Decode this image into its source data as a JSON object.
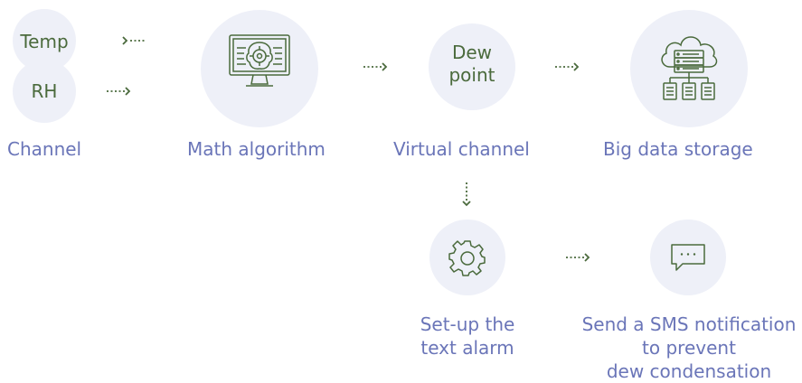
{
  "nodes": {
    "temp": "Temp",
    "rh": "RH",
    "dew_point": [
      "Dew",
      "point"
    ]
  },
  "captions": {
    "channel": "Channel",
    "math_algorithm": "Math algorithm",
    "virtual_channel": "Virtual channel",
    "big_data_storage": "Big data storage",
    "setup_alarm": [
      "Set-up the",
      "text alarm"
    ],
    "sms_notification": [
      "Send a SMS notification",
      "to prevent",
      "dew condensation"
    ]
  },
  "colors": {
    "circle_fill": "#eef0f8",
    "node_text": "#4a6a3c",
    "caption_text": "#6a75b8",
    "arrow": "#4a6a3c",
    "icon_stroke": "#4a6a3c"
  },
  "icons": {
    "math": "monitor-brain-icon",
    "storage": "cloud-database-icon",
    "alarm": "gear-icon",
    "sms": "chat-bubble-icon"
  }
}
